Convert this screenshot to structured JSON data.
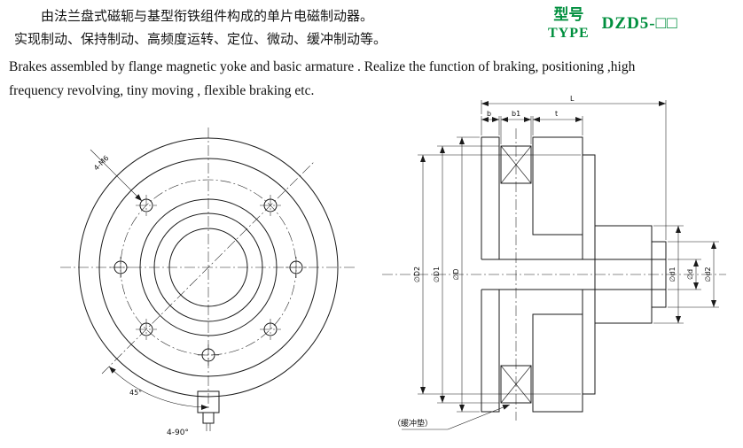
{
  "colors": {
    "accent_green": "#008f3e",
    "line": "#1a1a1a"
  },
  "intro": {
    "cn_line1": "由法兰盘式磁轭与基型衔铁组件构成的单片电磁制动器。",
    "cn_line2": "实现制动、保持制动、高频度运转、定位、微动、缓冲制动等。",
    "en_line1": "Brakes assembled by flange magnetic yoke and basic armature . Realize the function of braking, positioning  ,high",
    "en_line2": "frequency revolving, tiny moving , flexible braking etc."
  },
  "type_block": {
    "cn": "型号",
    "en": "TYPE",
    "model": "DZD5-□□"
  },
  "front_view": {
    "leader_label": "4-M6",
    "angle_label": "45°",
    "bottom_label": "4-90°"
  },
  "section_view": {
    "dim_left_outer": "∅D",
    "dim_left_coil": "∅D1",
    "dim_left_armature": "∅D2",
    "dim_right_hub": "∅d1",
    "dim_right_bore": "∅d",
    "dim_right_step": "∅d2",
    "top_flange": "b",
    "top_coil": "b1",
    "top_yoke": "t",
    "top_overall": "L",
    "callout": "（缓冲垫）"
  }
}
